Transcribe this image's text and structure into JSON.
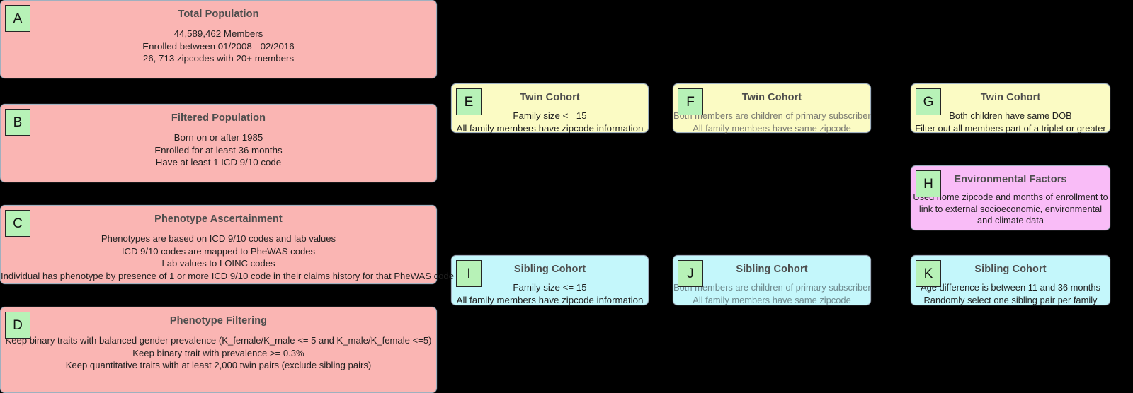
{
  "diagram": {
    "title": "Study cohort construction flow diagram",
    "colors": {
      "background": "#000000",
      "pink_panel": "#fab5b3",
      "yellow_panel": "#fbfbc4",
      "cyan_panel": "#c4f7fb",
      "magenta_panel": "#f9bcf7",
      "badge_green": "#b7f2b7",
      "title_text": "#4d4d4d",
      "body_text": "#1f1f1f",
      "muted_body_text": "#7a7a72",
      "border": "#9fb0bf"
    },
    "nodes": {
      "a": {
        "badge": "A",
        "title": "Total Population",
        "lines": [
          "44,589,462 Members",
          "Enrolled between 01/2008 - 02/2016",
          "26, 713 zipcodes with 20+ members"
        ]
      },
      "b": {
        "badge": "B",
        "title": "Filtered Population",
        "lines": [
          "Born on or after 1985",
          "Enrolled for at least 36 months",
          "Have at least 1 ICD 9/10 code"
        ]
      },
      "c": {
        "badge": "C",
        "title": "Phenotype Ascertainment",
        "lines": [
          "Phenotypes are based on ICD 9/10 codes and lab values",
          "ICD 9/10 codes are mapped to PheWAS codes",
          "Lab values to LOINC codes",
          "Individual has phenotype by presence of 1 or more ICD 9/10 code in their claims history for that PheWAS code"
        ]
      },
      "d": {
        "badge": "D",
        "title": "Phenotype Filtering",
        "lines": [
          "Keep binary traits with balanced gender prevalence (K_female/K_male <= 5 and K_male/K_female <=5)",
          "Keep binary trait with prevalence >= 0.3%",
          "Keep quantitative traits with at least 2,000 twin pairs (exclude sibling pairs)"
        ]
      },
      "e": {
        "badge": "E",
        "title": "Twin Cohort",
        "lines": [
          "Family size <= 15",
          "All family members have zipcode information"
        ]
      },
      "f": {
        "badge": "F",
        "title": "Twin Cohort",
        "lines": [
          "Both members are children of primary subscriber",
          "All family members have same zipcode"
        ]
      },
      "g": {
        "badge": "G",
        "title": "Twin Cohort",
        "lines": [
          "Both children have same DOB",
          "Filter out all members part of a triplet or greater"
        ]
      },
      "h": {
        "badge": "H",
        "title": "Environmental Factors",
        "lines": [
          "Used home zipcode and months of enrollment to link to external socioeconomic, environmental and climate data"
        ]
      },
      "i": {
        "badge": "I",
        "title": "Sibling Cohort",
        "lines": [
          "Family size <= 15",
          "All family members have zipcode information"
        ]
      },
      "j": {
        "badge": "J",
        "title": "Sibling Cohort",
        "lines": [
          "Both members are children of primary subscriber",
          "All family members have same zipcode"
        ]
      },
      "k": {
        "badge": "K",
        "title": "Sibling Cohort",
        "lines": [
          "Age difference is between 11 and 36 months",
          "Randomly select one sibling pair per family"
        ]
      }
    }
  }
}
